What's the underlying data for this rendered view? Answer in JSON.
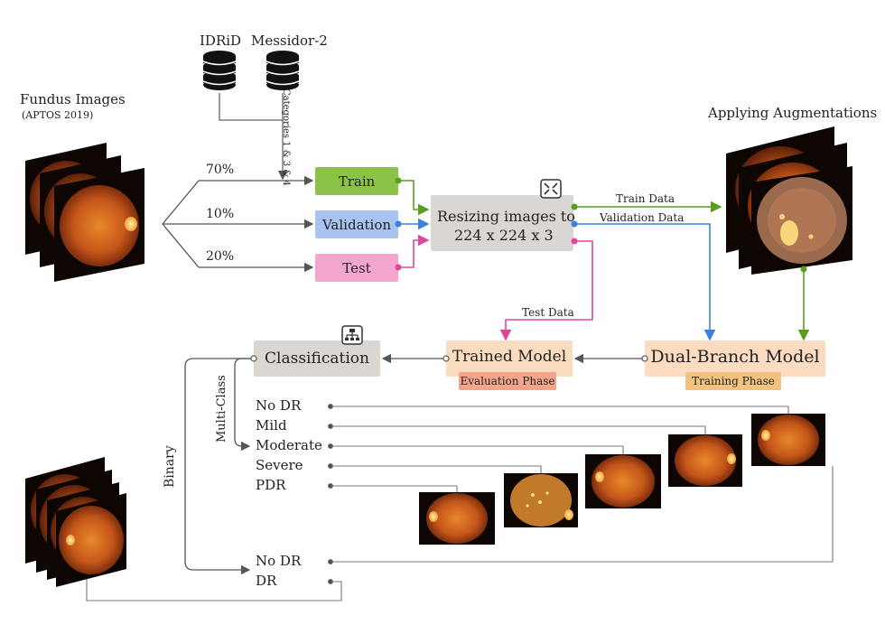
{
  "sources": {
    "fundus_title": "Fundus Images",
    "fundus_sub": "(APTOS 2019)",
    "db1": "IDRiD",
    "db2": "Messidor-2",
    "categories_note": "Categories 1 & 3 & 4"
  },
  "splits": [
    {
      "pct": "70%",
      "label": "Train",
      "color": "#8bc34a"
    },
    {
      "pct": "10%",
      "label": "Validation",
      "color": "#a8c3f0"
    },
    {
      "pct": "20%",
      "label": "Test",
      "color": "#f4a6cf"
    }
  ],
  "resize": {
    "line1": "Resizing images to",
    "line2": "224 x 224 x 3"
  },
  "flows": {
    "train_data": "Train Data",
    "validation_data": "Validation Data",
    "test_data": "Test Data"
  },
  "augment_title": "Applying Augmentations",
  "dual_branch": {
    "title": "Dual-Branch Model",
    "phase": "Training Phase"
  },
  "trained": {
    "title": "Trained Model",
    "phase": "Evaluation Phase"
  },
  "classification": {
    "title": "Classification"
  },
  "multi_class": {
    "axis_label": "Multi-Class",
    "classes": [
      "No DR",
      "Mild",
      "Moderate",
      "Severe",
      "PDR"
    ]
  },
  "binary": {
    "axis_label": "Binary",
    "classes": [
      "No DR",
      "DR"
    ]
  },
  "colors": {
    "green": "#5a9e1e",
    "blue": "#3b82e0",
    "pink": "#e0479a",
    "gray_box": "#d9d6d3",
    "peach": "#fbdcc0",
    "orange_tag": "#f3c27e",
    "salmon_tag": "#f3a48a"
  }
}
